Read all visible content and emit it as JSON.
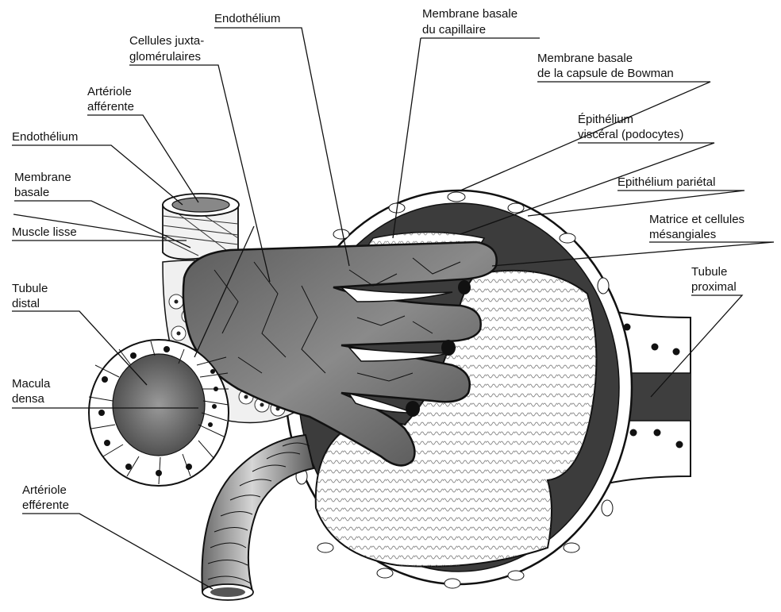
{
  "labels": {
    "endothelium_top": "Endothélium",
    "basement_capillary_1": "Membrane basale",
    "basement_capillary_2": "du capillaire",
    "juxta_1": "Cellules juxta-",
    "juxta_2": "glomérulaires",
    "bowman_membrane_1": "Membrane basale",
    "bowman_membrane_2": "de la capsule de Bowman",
    "afferent_1": "Artériole",
    "afferent_2": "afférente",
    "visceral_1": "Épithélium",
    "visceral_2": "viscéral (podocytes)",
    "endothelium_left": "Endothélium",
    "parietal": "Épithélium pariétal",
    "basement_1": "Membrane",
    "basement_2": "basale",
    "mesangial_1": "Matrice et cellules",
    "mesangial_2": "mésangiales",
    "smooth_muscle": "Muscle lisse",
    "proximal_1": "Tubule",
    "proximal_2": "proximal",
    "distal_1": "Tubule",
    "distal_2": "distal",
    "macula_1": "Macula",
    "macula_2": "densa",
    "efferent_1": "Artériole",
    "efferent_2": "efférente"
  }
}
